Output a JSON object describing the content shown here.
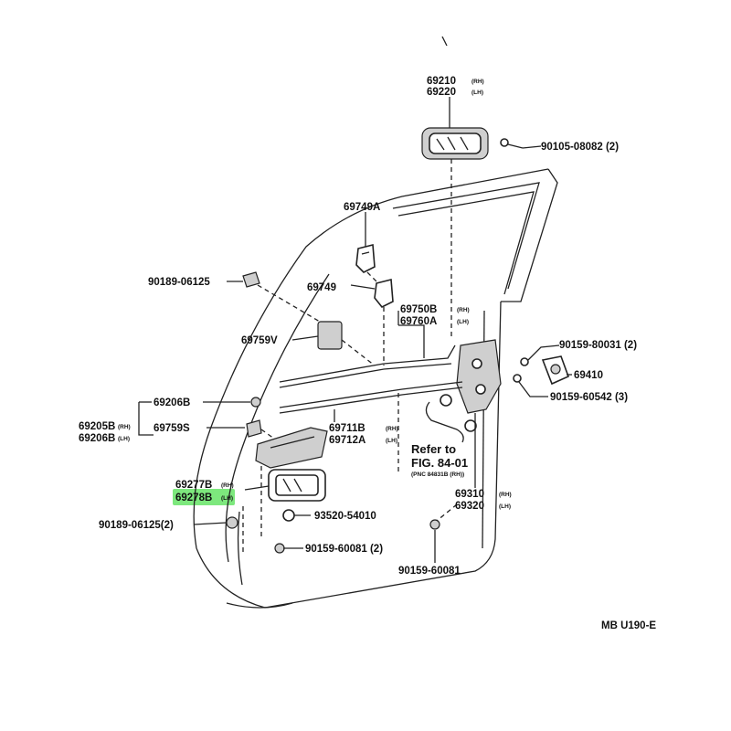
{
  "diagram_code": "MB U190-E",
  "refer": {
    "line1": "Refer to",
    "line2": "FIG. 84-01",
    "line3": "(PNC 84831B (RH))"
  },
  "labels": {
    "p69210": "69210",
    "p69210_side": "(RH)",
    "p69220": "69220",
    "p69220_side": "(LH)",
    "p90105": "90105-08082 (2)",
    "p69749A": "69749A",
    "p90189_top": "90189-06125",
    "p69749": "69749",
    "p69750B": "69750B",
    "p69750B_side": "(RH)",
    "p69760A": "69760A",
    "p69760A_side": "(LH)",
    "p69759V": "69759V",
    "p90159_80031": "90159-80031 (2)",
    "p69410": "69410",
    "p90159_60542": "90159-60542 (3)",
    "p69206B": "69206B",
    "p69205B": "69205B",
    "p69205B_side": "(RH)",
    "p69206B_lh": "69206B",
    "p69206B_lh_side": "(LH)",
    "p69759S": "69759S",
    "p69711B": "69711B",
    "p69711B_side": "(RH)",
    "p69712A": "69712A",
    "p69712A_side": "(LH)",
    "p69277B": "69277B",
    "p69277B_side": "(RH)",
    "p69278B": "69278B",
    "p69278B_side": "(LH)",
    "p93520": "93520-54010",
    "p69310": "69310",
    "p69310_side": "(RH)",
    "p69320": "69320",
    "p69320_side": "(LH)",
    "p90189_bottom": "90189-06125(2)",
    "p90159_60081_a": "90159-60081 (2)",
    "p90159_60081_b": "90159-60081"
  },
  "colors": {
    "highlight": "#7de87d",
    "ink": "#222222",
    "part_fill": "#cfcfcf"
  }
}
